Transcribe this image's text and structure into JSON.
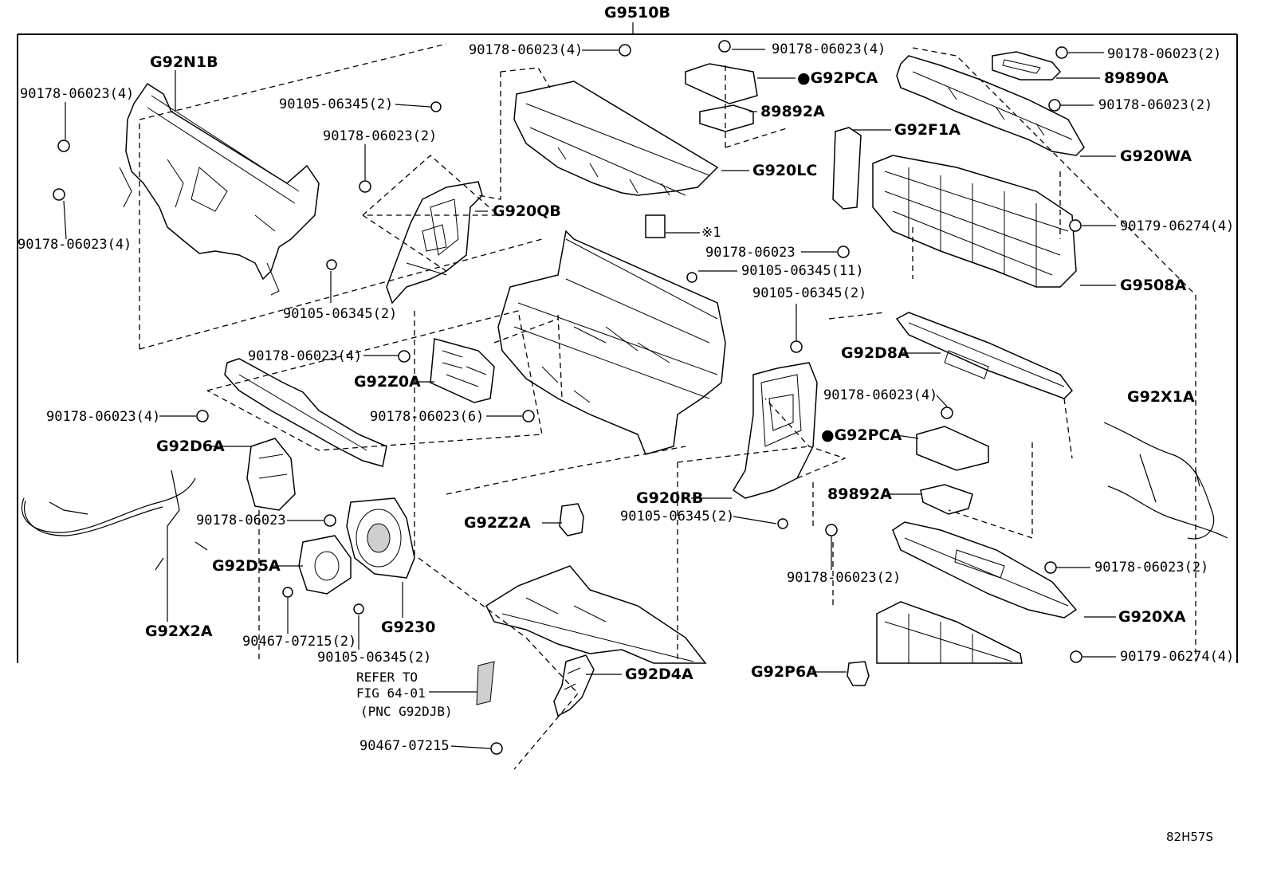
{
  "title": "G9510B",
  "figure_id": "82H57S",
  "labels": {
    "g92n1b": "G92N1B",
    "g920qb": "G920QB",
    "g920lc": "G920LC",
    "g92pca_top": "●G92PCA",
    "p89892a_top": "89892A",
    "g92f1a": "G92F1A",
    "p89890a": "89890A",
    "g920wa": "G920WA",
    "g9508a": "G9508A",
    "g92d8a": "G92D8A",
    "g92x1a": "G92X1A",
    "g92z0a": "G92Z0A",
    "g92d6a": "G92D6A",
    "g92d5a": "G92D5A",
    "g92x2a": "G92X2A",
    "g9230": "G9230",
    "g920rb": "G920RB",
    "g92pca_mid": "●G92PCA",
    "p89892a_mid": "89892A",
    "g920xa": "G920XA",
    "g92z2a": "G92Z2A",
    "g92d4a": "G92D4A",
    "g92p6a": "G92P6A",
    "note1": "※1"
  },
  "fasteners": {
    "f_top_center": "90178-06023(4)",
    "f_top_left_a": "90178-06023(4)",
    "f_bolt_1": "90105-06345(2)",
    "f_nut_2": "90178-06023(2)",
    "f_left_b": "90178-06023(4)",
    "f_bolt_2": "90105-06345(2)",
    "f_top_pca": "90178-06023(4)",
    "f_top_right_a": "90178-06023(2)",
    "f_top_right_b": "90178-06023(2)",
    "f_right_c": "90179-06274(4)",
    "f_center_single": "90178-06023",
    "f_bolt_11": "90105-06345(11)",
    "f_bolt_center": "90105-06345(2)",
    "f_z0a": "90178-06023(4)",
    "f_left_c": "90178-06023(4)",
    "f_center_6": "90178-06023(6)",
    "f_pca_mid": "90178-06023(4)",
    "f_d6a": "90178-06023",
    "f_bolt_rb": "90105-06345(2)",
    "f_nut_rb": "90178-06023(2)",
    "f_xa_top": "90178-06023(2)",
    "f_d5a_bolt": "90467-07215(2)",
    "f_d5a_bolt2": "90105-06345(2)",
    "f_right_d": "90179-06274(4)",
    "f_bottom": "90467-07215"
  },
  "reference": {
    "line1": "REFER TO",
    "line2": "FIG 64-01",
    "line3": "(PNC G92DJB)"
  }
}
